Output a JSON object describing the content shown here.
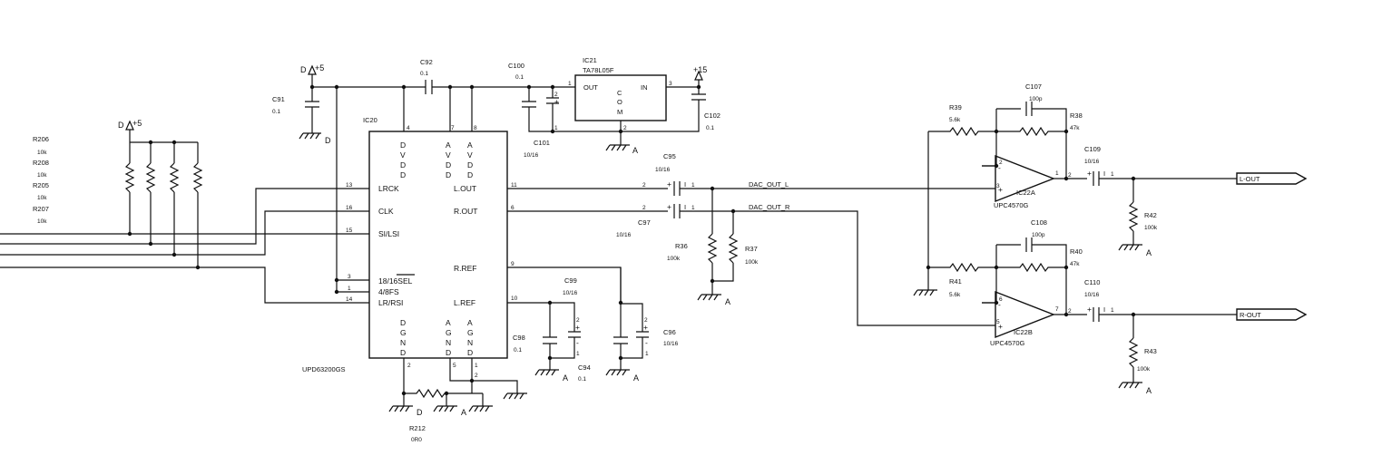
{
  "power": {
    "d5": "D",
    "d5v": "+5",
    "d5b": "D",
    "d5bv": "+5",
    "p15": "+15"
  },
  "gnd": {
    "d": "D",
    "a": "A"
  },
  "ic20": {
    "ref": "IC20",
    "part": "UPD63200GS",
    "top": {
      "dvdd": [
        "D",
        "V",
        "D",
        "D"
      ],
      "avdd1": [
        "A",
        "V",
        "D",
        "D"
      ],
      "avdd2": [
        "A",
        "V",
        "D",
        "D"
      ]
    },
    "bottom": {
      "dgnd": [
        "D",
        "G",
        "N",
        "D"
      ],
      "agnd1": [
        "A",
        "G",
        "N",
        "D"
      ],
      "agnd2": [
        "A",
        "G",
        "N",
        "D"
      ]
    },
    "left_pins": [
      {
        "num": "13",
        "name": "LRCK"
      },
      {
        "num": "16",
        "name": "CLK"
      },
      {
        "num": "15",
        "name": "SI/LSI"
      },
      {
        "num": "3",
        "name": "18/16SEL"
      },
      {
        "num": "1",
        "name": "4/8FS"
      },
      {
        "num": "14",
        "name": "LR/RSI"
      }
    ],
    "right_pins": [
      {
        "num": "11",
        "name": "L.OUT"
      },
      {
        "num": "6",
        "name": "R.OUT"
      },
      {
        "num": "9",
        "name": "R.REF"
      },
      {
        "num": "10",
        "name": "L.REF"
      }
    ],
    "pin_top": {
      "p4": "4",
      "p7": "7",
      "p8": "8"
    },
    "pin_bottom": {
      "p2": "2",
      "p5": "5",
      "p1": "1",
      "p2b": "2"
    }
  },
  "ic21": {
    "ref": "IC21",
    "part": "TA78L05F",
    "out": "OUT",
    "in": "IN",
    "com": [
      "C",
      "O",
      "M"
    ],
    "p1": "1",
    "p2": "2",
    "p3": "3"
  },
  "caps": {
    "c91": {
      "ref": "C91",
      "val": "0.1"
    },
    "c92": {
      "ref": "C92",
      "val": "0.1"
    },
    "c100": {
      "ref": "C100",
      "val": "0.1"
    },
    "c101": {
      "ref": "C101",
      "val": "10/16"
    },
    "c102": {
      "ref": "C102",
      "val": "0.1"
    },
    "c95": {
      "ref": "C95",
      "val": "10/16"
    },
    "c97": {
      "ref": "C97",
      "val": "10/16"
    },
    "c99": {
      "ref": "C99",
      "val": "10/16"
    },
    "c98": {
      "ref": "C98",
      "val": "0.1"
    },
    "c94": {
      "ref": "C94",
      "val": "0.1"
    },
    "c96": {
      "ref": "C96",
      "val": "10/16"
    },
    "c107": {
      "ref": "C107",
      "val": "100p"
    },
    "c108": {
      "ref": "C108",
      "val": "100p"
    },
    "c109": {
      "ref": "C109",
      "val": "10/16"
    },
    "c110": {
      "ref": "C110",
      "val": "10/16"
    }
  },
  "res": {
    "r206": {
      "ref": "R206",
      "val": "10k"
    },
    "r208": {
      "ref": "R208",
      "val": "10k"
    },
    "r205": {
      "ref": "R205",
      "val": "10k"
    },
    "r207": {
      "ref": "R207",
      "val": "10k"
    },
    "r212": {
      "ref": "R212",
      "val": "0R0"
    },
    "r36": {
      "ref": "R36",
      "val": "100k"
    },
    "r37": {
      "ref": "R37",
      "val": "100k"
    },
    "r39": {
      "ref": "R39",
      "val": "5.6k"
    },
    "r38": {
      "ref": "R38",
      "val": "47k"
    },
    "r41": {
      "ref": "R41",
      "val": "5.6k"
    },
    "r40": {
      "ref": "R40",
      "val": "47k"
    },
    "r42": {
      "ref": "R42",
      "val": "100k"
    },
    "r43": {
      "ref": "R43",
      "val": "100k"
    }
  },
  "opamps": {
    "a": {
      "ref": "IC22A",
      "part": "UPC4570G",
      "p2": "2",
      "p3": "3",
      "p1": "1",
      "p2out": "2"
    },
    "b": {
      "ref": "IC22B",
      "part": "UPC4570G",
      "p6": "6",
      "p5": "5",
      "p7": "7",
      "p2out": "2"
    }
  },
  "nets": {
    "dac_l": "DAC_OUT_L",
    "dac_r": "DAC_OUT_R"
  },
  "outputs": {
    "l": "L-OUT",
    "r": "R-OUT"
  },
  "pins": {
    "two": "2",
    "one": "1",
    "plus": "+",
    "minus": "-",
    "bar": "I"
  }
}
